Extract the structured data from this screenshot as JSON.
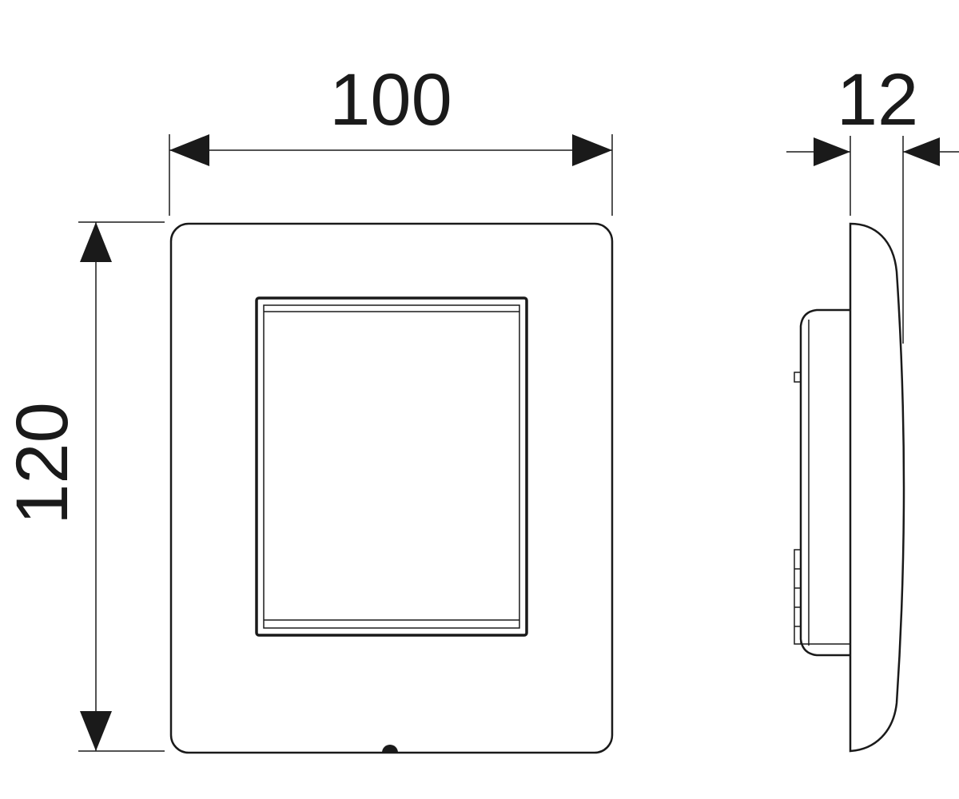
{
  "dimensions": {
    "width_label": "100",
    "height_label": "120",
    "depth_label": "12"
  },
  "colors": {
    "line": "#1a1a1a",
    "background": "#ffffff"
  }
}
